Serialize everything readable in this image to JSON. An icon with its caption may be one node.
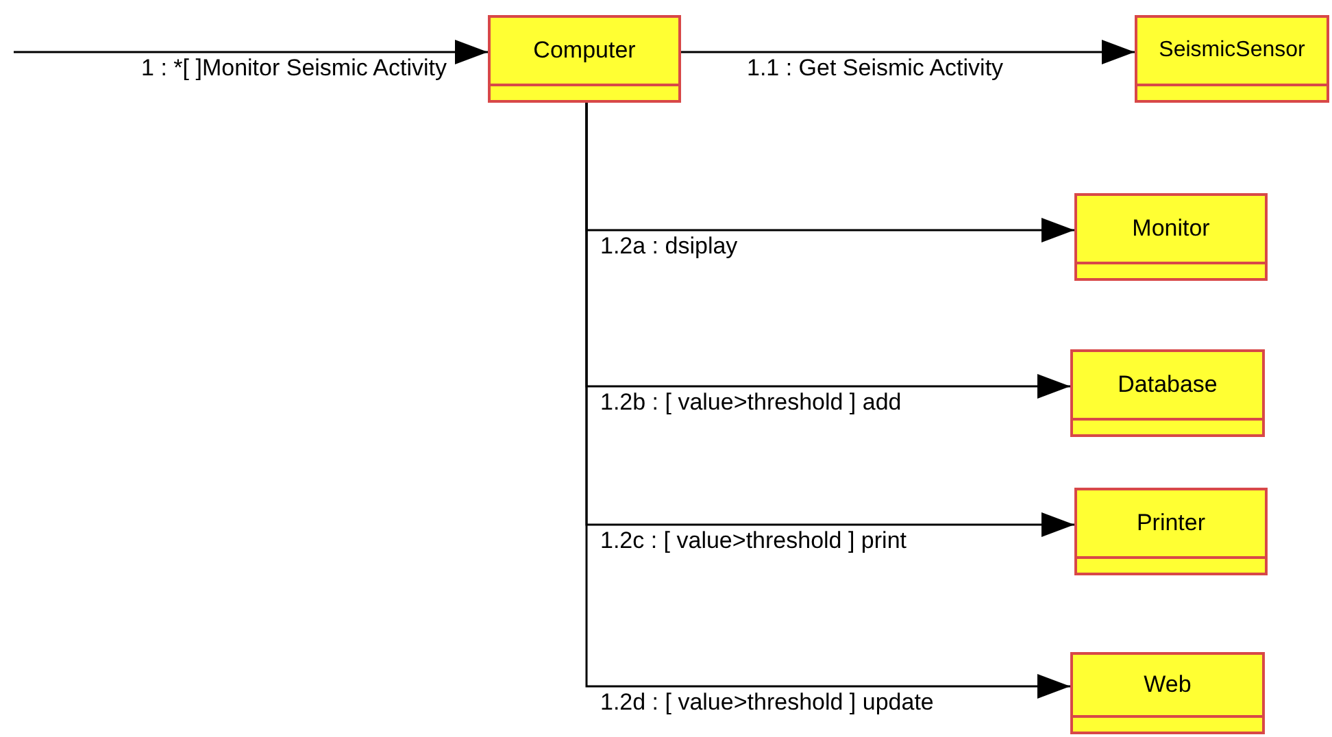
{
  "diagram": {
    "nodes": [
      {
        "text": [
          "Computer"
        ]
      },
      {
        "text": [
          "SeismicSensor"
        ]
      },
      {
        "text": [
          "Monitor"
        ]
      },
      {
        "text": [
          "Database"
        ]
      },
      {
        "text": [
          "Printer"
        ]
      },
      {
        "text": [
          "Web"
        ]
      }
    ],
    "edges": [
      {
        "from": null,
        "to": 0,
        "arrow": "to",
        "label": "1 : *[ ]Monitor Seismic Activity"
      },
      {
        "from": 0,
        "to": 1,
        "arrow": "to",
        "label": "1.1 : Get Seismic Activity"
      },
      {
        "from": 0,
        "to": 2,
        "arrow": "to",
        "label": "1.2a : dsiplay"
      },
      {
        "from": 0,
        "to": 3,
        "arrow": "to",
        "label": "1.2b : [ value>threshold ] add"
      },
      {
        "from": 0,
        "to": 4,
        "arrow": "to",
        "label": "1.2c : [ value>threshold ] print"
      },
      {
        "from": 0,
        "to": 5,
        "arrow": "to",
        "label": "1.2d : [ value>threshold ] update"
      }
    ]
  }
}
